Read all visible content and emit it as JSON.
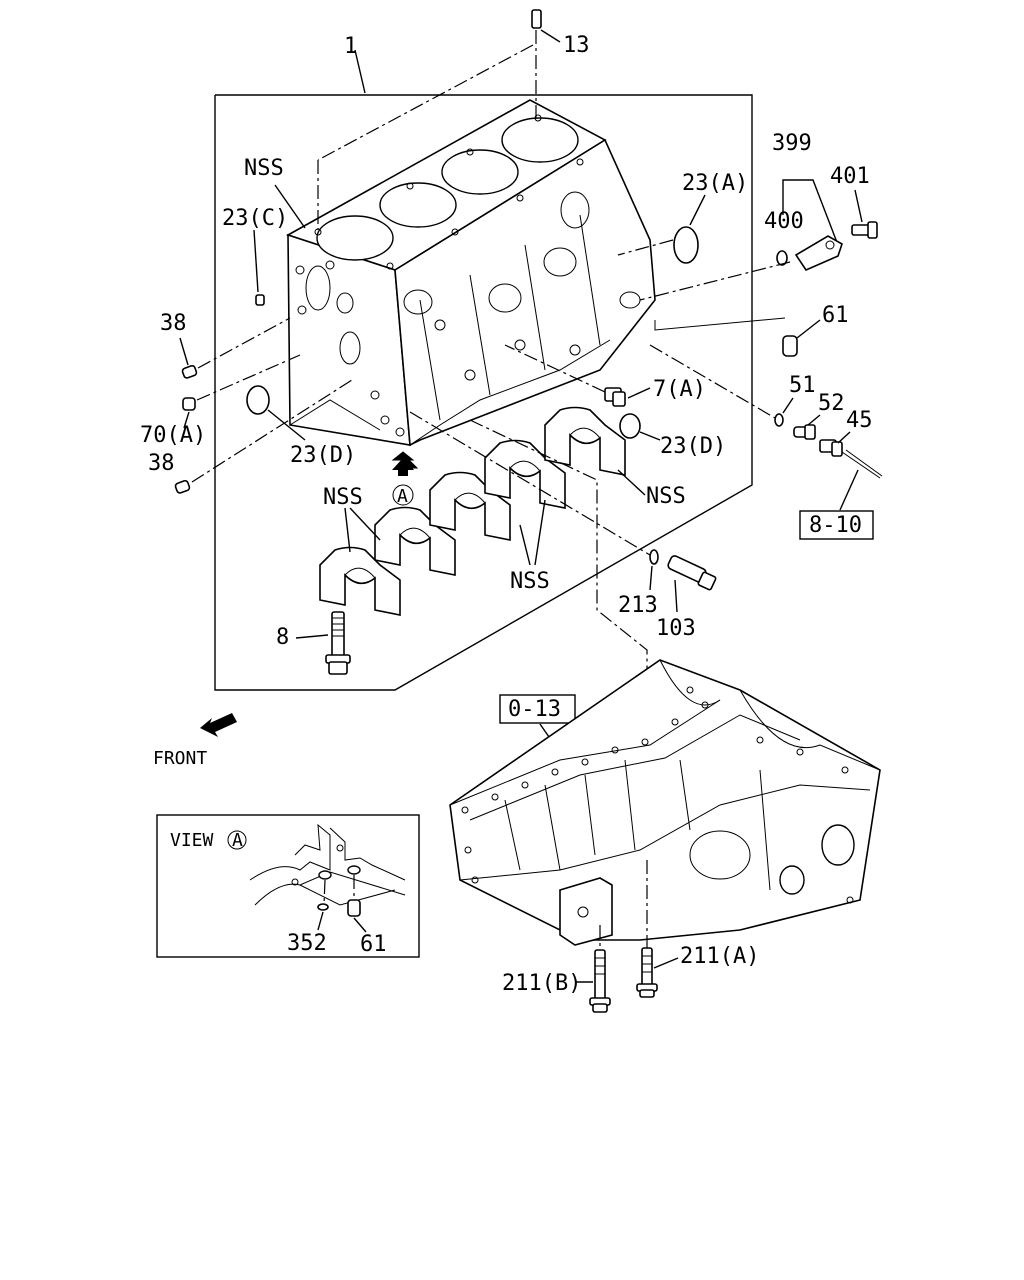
{
  "labels": {
    "block": "1",
    "dowel_top": "13",
    "nss_top": "NSS",
    "plug_23c": "23(C)",
    "pin_38_upper": "38",
    "pin_38_lower": "38",
    "plug_70a": "70(A)",
    "plug_23d_left": "23(D)",
    "plug_23a": "23(A)",
    "bracket_399": "399",
    "bolt_401": "401",
    "oring_400": "400",
    "dowel_61_right": "61",
    "plug_7a": "7(A)",
    "plug_23d_right": "23(D)",
    "washer_51": "51",
    "connector_52": "52",
    "switch_45": "45",
    "ref_8_10": "8-10",
    "nss_caps_left": "NSS",
    "view_marker": "A",
    "nss_caps_right": "NSS",
    "nss_caps_bottom": "NSS",
    "washer_213": "213",
    "valve_103": "103",
    "bolt_8": "8",
    "ref_0_13": "0-13",
    "front": "FRONT",
    "view_title": "VIEW",
    "view_title_letter": "A",
    "washer_352": "352",
    "dowel_61_view": "61",
    "bolt_211b": "211(B)",
    "bolt_211a": "211(A)"
  }
}
